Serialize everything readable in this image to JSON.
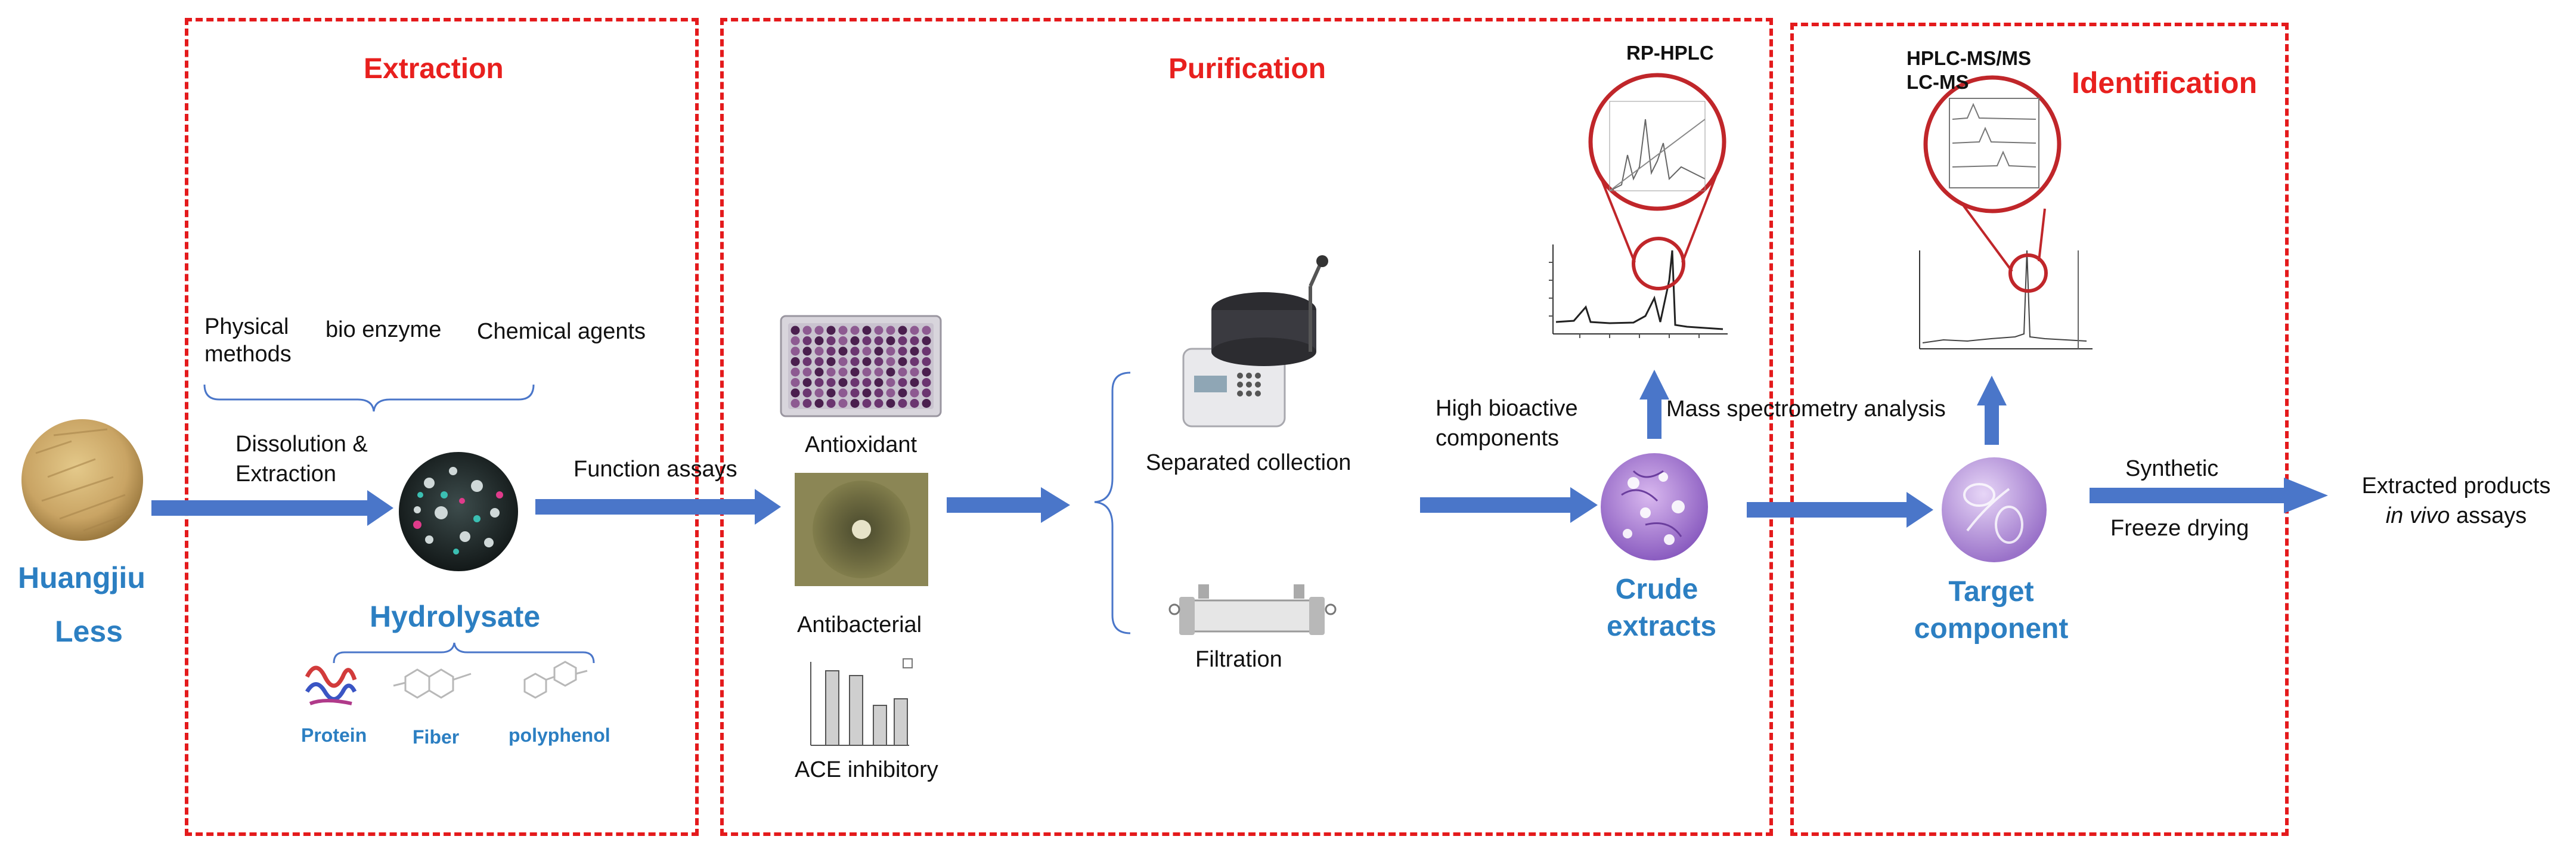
{
  "colors": {
    "section_box": "#e41a1c",
    "section_title": "#e8201e",
    "arrow": "#4a76c9",
    "blue_label": "#2c7fc2"
  },
  "sections": {
    "extraction": "Extraction",
    "purification": "Purification",
    "identification": "Identification"
  },
  "source": {
    "line1": "Huangjiu",
    "line2": "Less"
  },
  "extraction": {
    "method_physical": "Physical\nmethods",
    "method_enzyme": "bio enzyme",
    "method_chemical": "Chemical agents",
    "dissolution": "Dissolution &\nExtraction",
    "hydrolysate": "Hydrolysate",
    "components": [
      "Protein",
      "Fiber",
      "polyphenol"
    ]
  },
  "assays": {
    "arrow_label": "Function assays",
    "antioxidant": "Antioxidant",
    "antibacterial": "Antibacterial",
    "ace": "ACE inhibitory"
  },
  "purification": {
    "separated": "Separated collection",
    "filtration": "Filtration",
    "high_bioactive": "High bioactive\ncomponents",
    "rp_hplc": "RP-HPLC",
    "crude": "Crude\nextracts",
    "mass_spec": "Mass spectrometry analysis"
  },
  "identification": {
    "hplc_ms": "HPLC-MS/MS\nLC-MS",
    "target": "Target\ncomponent",
    "synthetic": "Synthetic",
    "freeze": "Freeze drying",
    "extracted_line1": "Extracted products",
    "extracted_italic": "in vivo",
    "extracted_rest": " assays"
  }
}
